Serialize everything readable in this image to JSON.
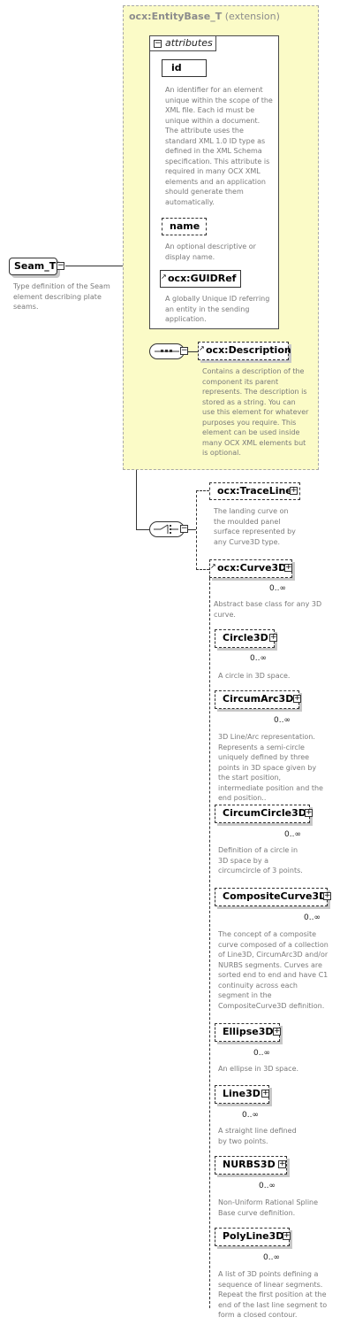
{
  "root": {
    "name": "Seam_T",
    "description": "Type definition of the Seam element describing plate seams."
  },
  "extension": {
    "type_name": "ocx:EntityBase_T",
    "kind": "(extension)",
    "attributes_label": "attributes",
    "attributes": [
      {
        "name": "id",
        "description": "An identifier for an element unique within the scope of the XML file. Each id must be unique within a document. The attribute uses the standard XML 1.0 ID type as defined in the XML Schema specification. This attribute is required in many OCX XML elements and an application should generate them automatically."
      },
      {
        "name": "name",
        "description": "An optional descriptive or display name."
      },
      {
        "name": "ocx:GUIDRef",
        "description": "A globally Unique ID referring an entity in the sending application."
      }
    ],
    "description_element": {
      "name": "ocx:Description",
      "description": "Contains a description of the component its parent represents. The description is stored as a string. You can use this element for whatever purposes you require. This element can be used inside many OCX XML elements but is optional."
    }
  },
  "choice": {
    "trace_line": {
      "name": "ocx:TraceLine",
      "description": "The landing curve on the moulded panel surface represented by any Curve3D type."
    },
    "curve": {
      "name": "ocx:Curve3D",
      "multiplicity": "0..∞",
      "description": "Abstract base class for any 3D curve.",
      "substitutes": [
        {
          "name": "Circle3D",
          "multiplicity": "0..∞",
          "description": "A circle in 3D space."
        },
        {
          "name": "CircumArc3D",
          "multiplicity": "0..∞",
          "description": "3D Line/Arc representation. Represents a semi-circle uniquely defined by three points in 3D space given by the start position, intermediate position and the end position.."
        },
        {
          "name": "CircumCircle3D",
          "multiplicity": "0..∞",
          "description": "Definition of a circle in 3D space by a circumcircle of 3 points."
        },
        {
          "name": "CompositeCurve3D",
          "multiplicity": "0..∞",
          "description": "The concept of a composite curve composed of a collection of Line3D, CircumArc3D and/or NURBS segments. Curves are sorted end to end and have C1 continuity across each segment in the CompositeCurve3D definition."
        },
        {
          "name": "Ellipse3D",
          "multiplicity": "0..∞",
          "description": "An ellipse in 3D space."
        },
        {
          "name": "Line3D",
          "multiplicity": "0..∞",
          "description": "A straight line defined by two points."
        },
        {
          "name": "NURBS3D",
          "multiplicity": "0..∞",
          "description": "Non-Uniform Rational Spline Base curve definition."
        },
        {
          "name": "PolyLine3D",
          "multiplicity": "0..∞",
          "description": "A list of 3D points defining a sequence of linear segments. Repeat the first position at the end of the last line segment to form a closed contour."
        }
      ]
    }
  },
  "icons": {
    "plus": "+",
    "minus": "−",
    "attribute_arrow": "↗"
  },
  "colors": {
    "extension_fill": "#fbfbc7",
    "note_text": "#7a7a7a",
    "border": "#333333"
  }
}
